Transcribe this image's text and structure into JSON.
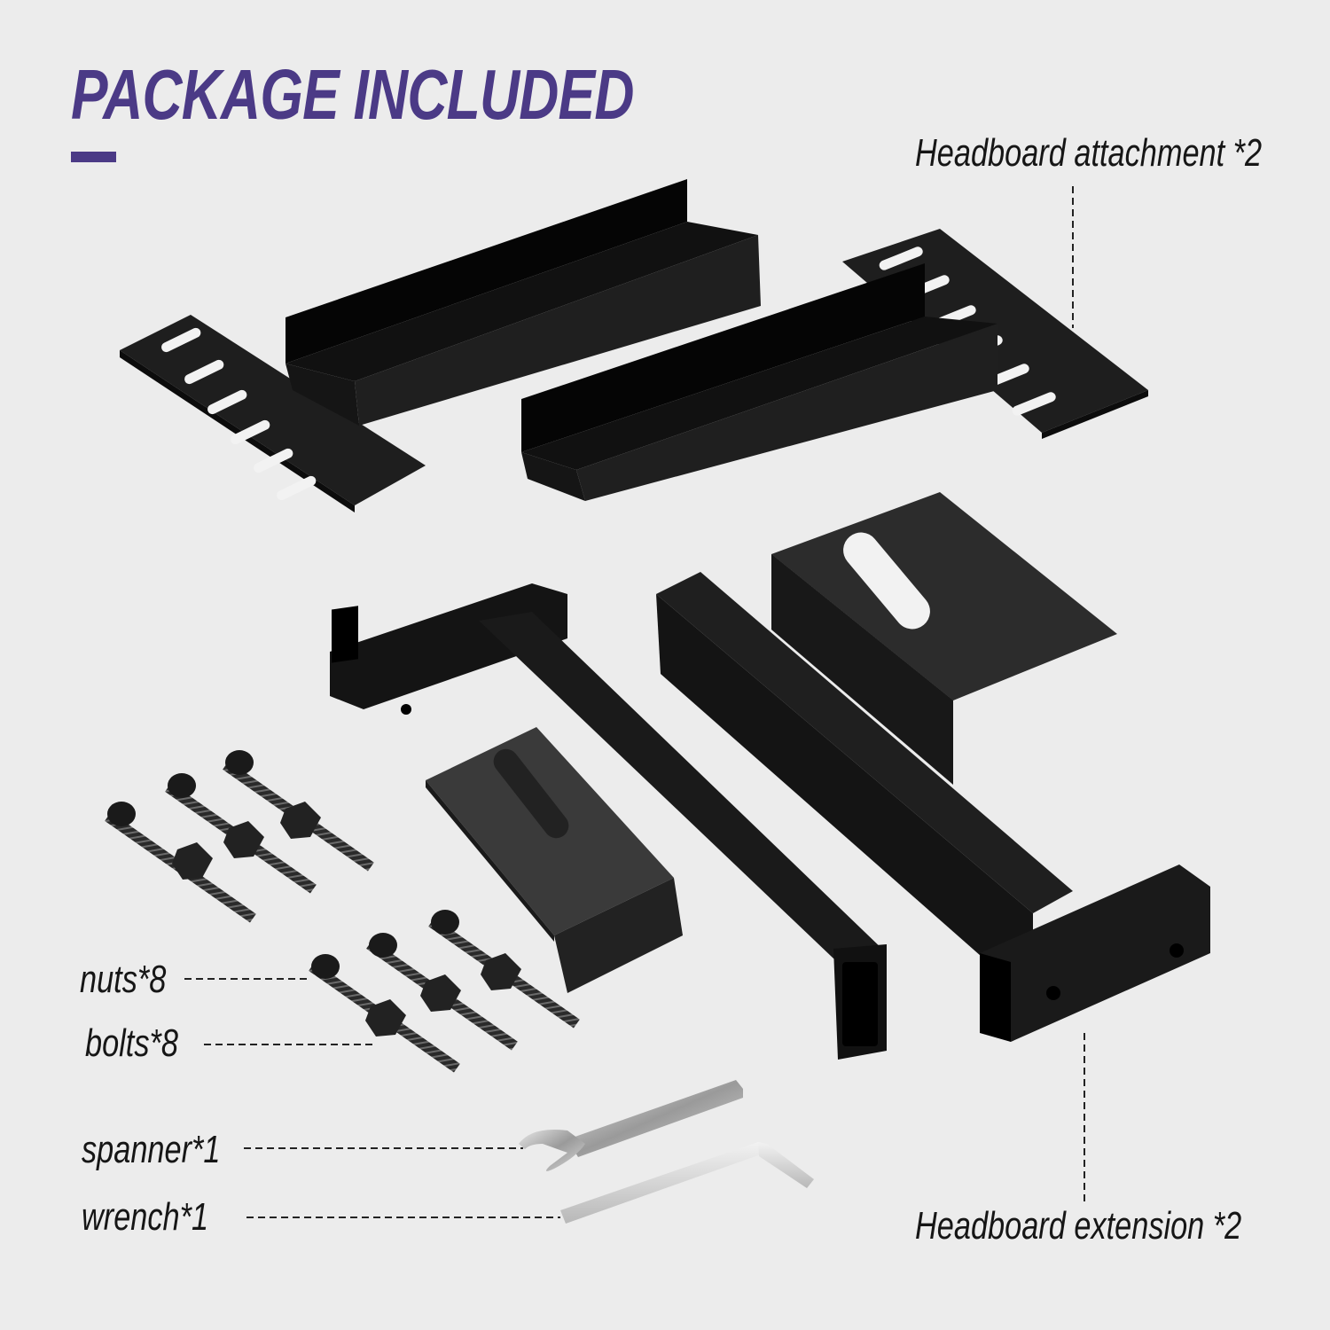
{
  "header": {
    "title": "PACKAGE INCLUDED",
    "accent_color": "#4b3a86"
  },
  "items": {
    "headboard_attachment": {
      "label": "Headboard attachment *2",
      "name": "Headboard attachment",
      "quantity": 2
    },
    "headboard_extension": {
      "label": "Headboard extension *2",
      "name": "Headboard extension",
      "quantity": 2
    },
    "nuts": {
      "label": "nuts*8",
      "name": "nuts",
      "quantity": 8
    },
    "bolts": {
      "label": "bolts*8",
      "name": "bolts",
      "quantity": 8
    },
    "spanner": {
      "label": "spanner*1",
      "name": "spanner",
      "quantity": 1
    },
    "wrench": {
      "label": "wrench*1",
      "name": "wrench",
      "quantity": 1
    }
  },
  "colors": {
    "background": "#ececec",
    "metal_black": "#1c1c1c",
    "label_text": "#161616",
    "tool_silver": "#c8c8c8"
  }
}
